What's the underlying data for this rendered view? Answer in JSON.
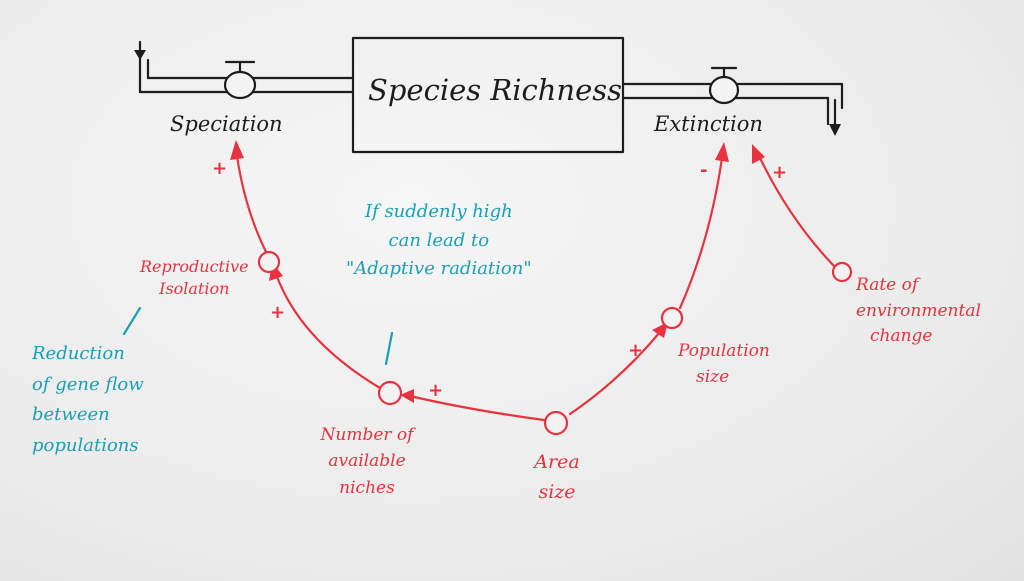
{
  "stock": {
    "label": "Species Richness"
  },
  "flows": {
    "inflow": "Speciation",
    "outflow": "Extinction"
  },
  "variables": {
    "reproductive_isolation": [
      "Reproductive",
      "Isolation"
    ],
    "number_of_niches": [
      "Number of",
      "available",
      "niches"
    ],
    "area_size": [
      "Area",
      "size"
    ],
    "population_size": [
      "Population",
      "size"
    ],
    "environmental_change": [
      "Rate of",
      "environmental",
      "change"
    ]
  },
  "polarities": {
    "isolation_to_speciation": "+",
    "niches_to_isolation": "+",
    "area_to_niches": "+",
    "area_to_population": "+",
    "population_to_extinction": "-",
    "environment_to_extinction": "+"
  },
  "annotations": {
    "adaptive_radiation": [
      "If suddenly high",
      "can lead to",
      "\"Adaptive radiation\""
    ],
    "gene_flow": [
      "Reduction",
      "of gene flow",
      "between",
      "populations"
    ]
  },
  "colors": {
    "stock_flow_ink": "#1d1d1d",
    "causal_ink": "#e8323f",
    "annotation_ink": "#1aa0b4"
  }
}
